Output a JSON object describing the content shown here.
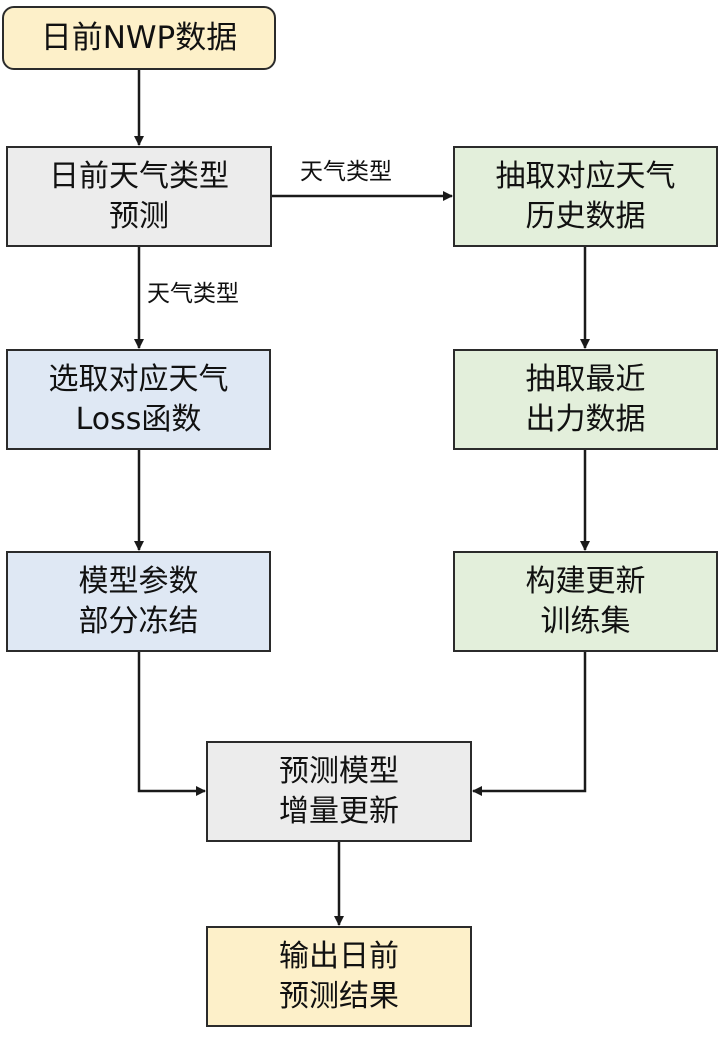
{
  "colors": {
    "yellow": "#fdf0c9",
    "gray": "#ececec",
    "green": "#e3efdb",
    "blue": "#dfe8f4",
    "stroke": "#1a1a1a"
  },
  "nodes": {
    "nwp_data": {
      "lines": [
        "日前NWP数据"
      ]
    },
    "weather_type_forecast": {
      "lines": [
        "日前天气类型",
        "预测"
      ]
    },
    "extract_history": {
      "lines": [
        "抽取对应天气",
        "历史数据"
      ]
    },
    "select_loss": {
      "lines": [
        "选取对应天气",
        "Loss函数"
      ]
    },
    "extract_recent": {
      "lines": [
        "抽取最近",
        "出力数据"
      ]
    },
    "freeze_params": {
      "lines": [
        "模型参数",
        "部分冻结"
      ]
    },
    "build_trainset": {
      "lines": [
        "构建更新",
        "训练集"
      ]
    },
    "incremental_update": {
      "lines": [
        "预测模型",
        "增量更新"
      ]
    },
    "output_result": {
      "lines": [
        "输出日前",
        "预测结果"
      ]
    }
  },
  "edge_labels": {
    "to_history": "天气类型",
    "to_loss": "天气类型"
  }
}
